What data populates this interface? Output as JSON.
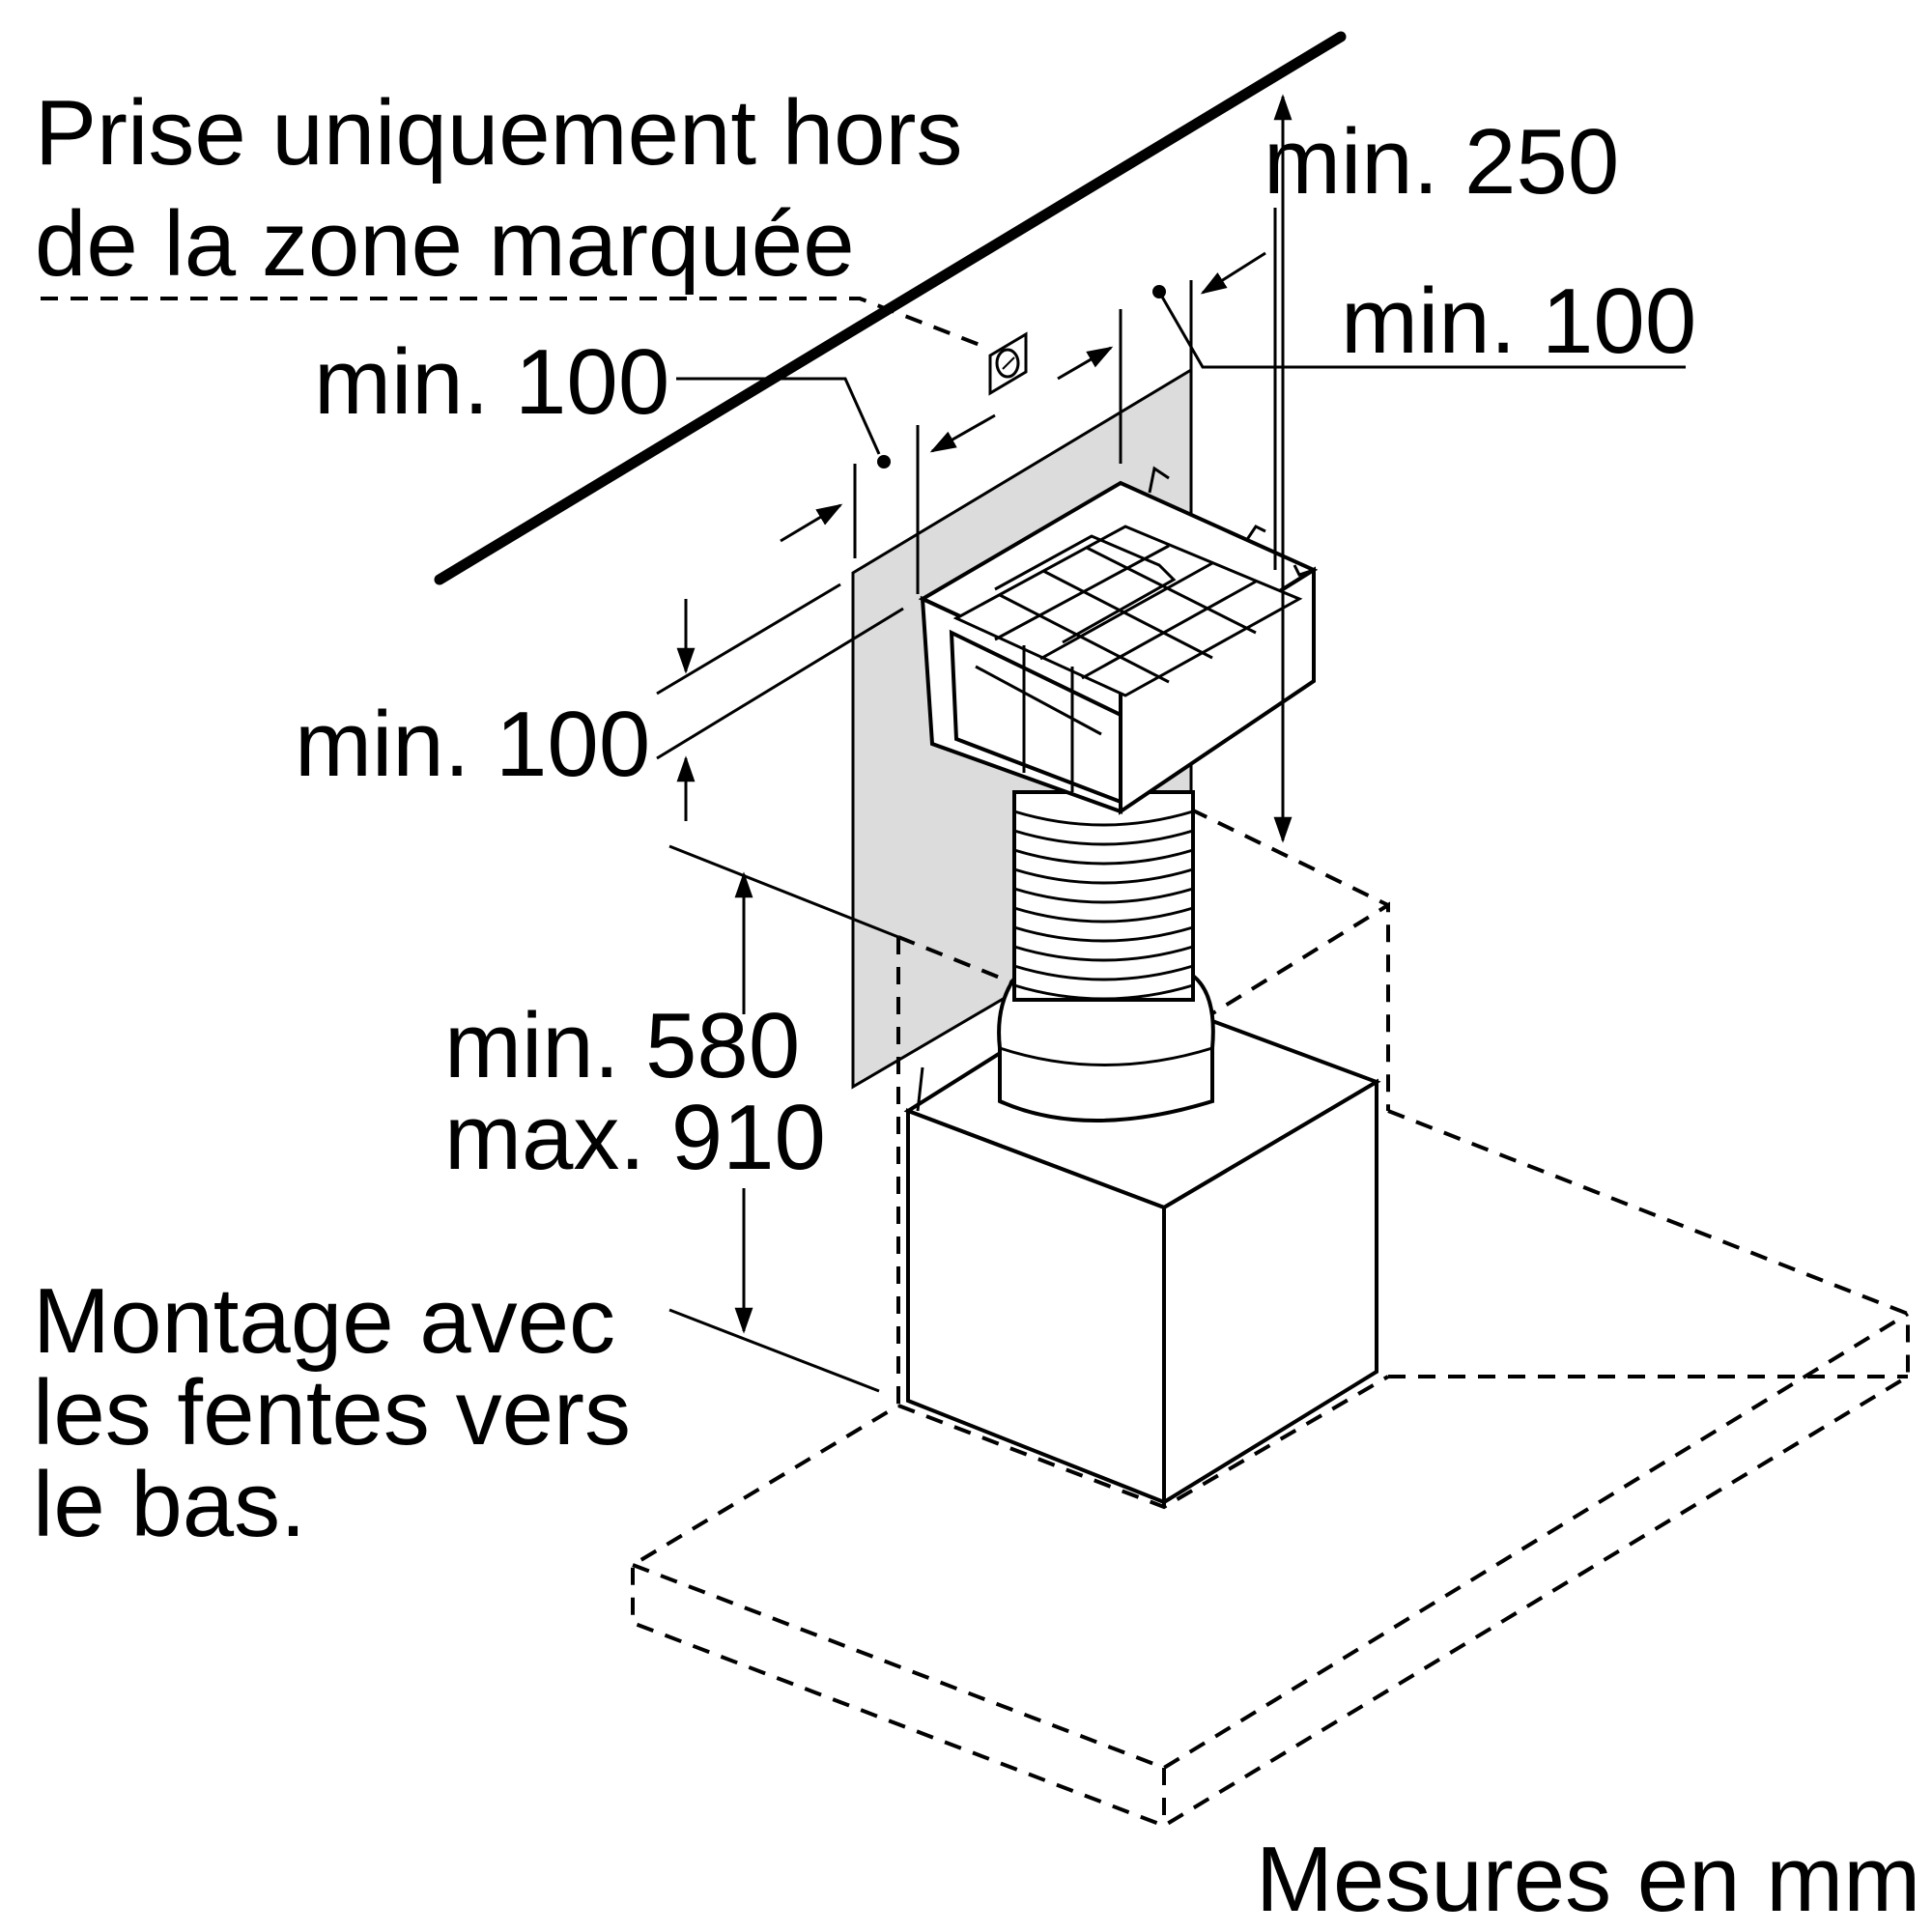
{
  "labels": {
    "socket_note_line1": "Prise uniquement hors",
    "socket_note_line2": "de la zone marquée",
    "dim_top_height": "min. 250",
    "dim_right_side": "min. 100",
    "dim_left_side": "min. 100",
    "dim_above_filter": "min. 100",
    "dim_height_min": "min. 580",
    "dim_height_max": "max. 910",
    "mounting_note_line1": "Montage avec",
    "mounting_note_line2": "les fentes vers",
    "mounting_note_line3": "le bas.",
    "units_note": "Mesures en mm"
  },
  "colors": {
    "line": "#000000",
    "marked_zone": "#dcdcdc",
    "background": "#ffffff"
  }
}
